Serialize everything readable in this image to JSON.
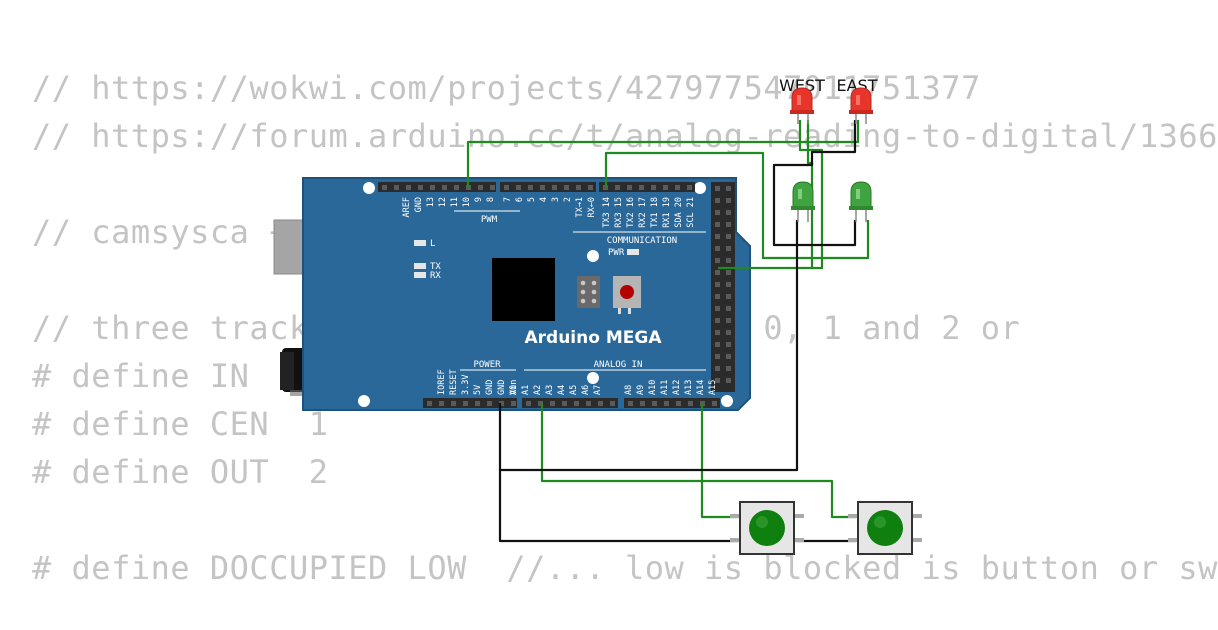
{
  "code_lines": [
    "// https://wokwi.com/projects/427977547011751377",
    "// https://forum.arduino.cc/t/analog-reading-to-digital/1366",
    "",
    "// camsysca +",
    "",
    "",
    "// three track                       0, 1 and 2 or",
    "# define IN",
    "# define CEN  1",
    "# define OUT  2",
    "",
    "",
    "# define DOCCUPIED LOW  //... low is blocked is button or sw"
  ],
  "board": {
    "name": "Arduino MEGA",
    "pwm_label": "PWM",
    "comm_label": "COMMUNICATION",
    "power_label": "POWER",
    "analog_label": "ANALOG IN",
    "pwr_led_label": "PWR",
    "l_label": "L",
    "tx_label": "TX",
    "rx_label": "RX",
    "top_pins_left": [
      "AREF",
      "GND",
      "13",
      "12",
      "11",
      "10",
      "9",
      "8"
    ],
    "top_pins_mid": [
      "7",
      "6",
      "5",
      "4",
      "3",
      "2",
      "TX→1",
      "RX←0"
    ],
    "top_pins_right": [
      "TX3 14",
      "RX3 15",
      "TX2 16",
      "RX2 17",
      "TX1 18",
      "RX1 19",
      "SDA 20",
      "SCL 21"
    ],
    "power_pins": [
      "IOREF",
      "RESET",
      "3.3V",
      "5V",
      "GND",
      "GND",
      "Vin"
    ],
    "analog_pins_a": [
      "A0",
      "A1",
      "A2",
      "A3",
      "A4",
      "A5",
      "A6",
      "A7"
    ],
    "analog_pins_b": [
      "A8",
      "A9",
      "A10",
      "A11",
      "A12",
      "A13",
      "A14",
      "A15"
    ],
    "color": "#2a689a"
  },
  "leds": {
    "west_label": "WEST",
    "east_label": "EAST",
    "red_color": "#e8352b",
    "green_color": "#3fa33f"
  },
  "wire_colors": {
    "green": "#1f8a1f",
    "black": "#111111"
  },
  "button_color": "#0f7f0f"
}
